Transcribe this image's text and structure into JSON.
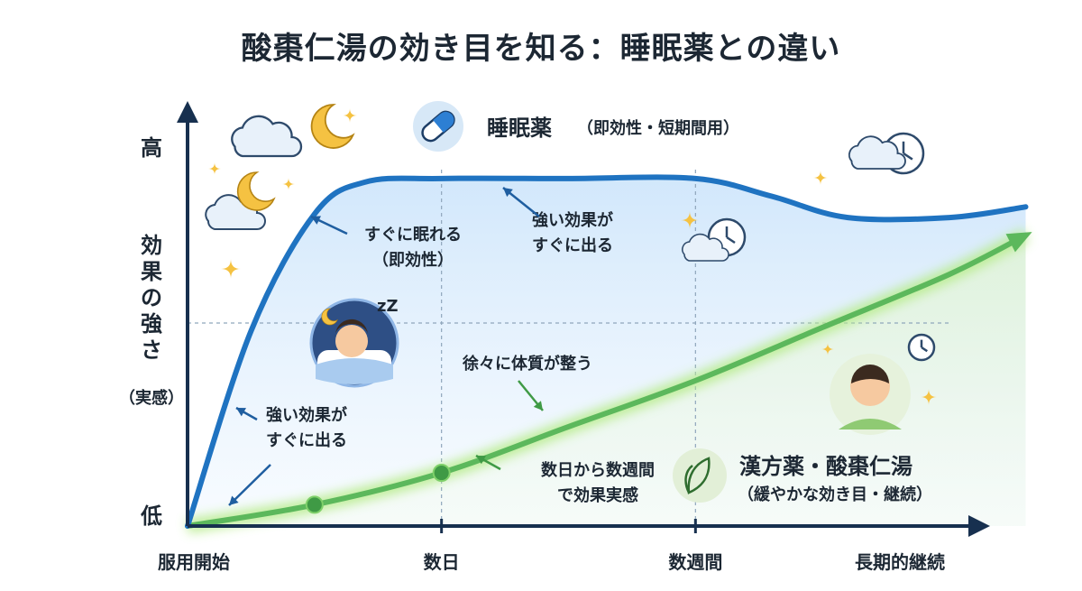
{
  "title": "酸棗仁湯の効き目を知る：睡眠薬との違い",
  "colors": {
    "sleeping_pill": "#1f73c1",
    "herbal": "#5cb85c",
    "axis": "#17304f"
  },
  "chart_data": {
    "type": "line",
    "title": "酸棗仁湯の効き目を知る：睡眠薬との違い",
    "xlabel": "",
    "ylabel": "効果の強さ",
    "ylabel_sub": "（実感）",
    "x_ticks": [
      "服用開始",
      "数日",
      "数週間",
      "長期的継続"
    ],
    "y_ticks": [
      "低",
      "高"
    ],
    "ylim": [
      0,
      1
    ],
    "grid": true,
    "series": [
      {
        "name": "睡眠薬",
        "name_sub": "（即効性・短期間用）",
        "icon": "capsule-icon",
        "x": [
          0,
          0.25,
          0.5,
          0.7,
          1.0,
          1.5,
          2.0,
          2.3,
          2.6,
          3.0,
          3.3
        ],
        "y": [
          0,
          0.55,
          0.88,
          0.97,
          0.98,
          0.98,
          0.98,
          0.93,
          0.87,
          0.87,
          0.9
        ]
      },
      {
        "name": "漢方薬・酸棗仁湯",
        "name_sub": "（緩やかな効き目・継続）",
        "icon": "leaf-icon",
        "x": [
          0,
          0.5,
          1.0,
          1.5,
          2.0,
          2.5,
          3.0,
          3.3
        ],
        "y": [
          0,
          0.06,
          0.15,
          0.28,
          0.41,
          0.56,
          0.71,
          0.82
        ],
        "markers": [
          1,
          2
        ]
      }
    ],
    "annotations": [
      {
        "id": "fast-sleep",
        "lines": [
          "すぐに眠れる",
          "（即効性）"
        ]
      },
      {
        "id": "strong-immediate-top",
        "lines": [
          "強い効果が",
          "すぐに出る"
        ]
      },
      {
        "id": "strong-immediate-bottom",
        "lines": [
          "強い効果が",
          "すぐに出る"
        ]
      },
      {
        "id": "gradual",
        "lines": [
          "徐々に体質が整う"
        ]
      },
      {
        "id": "days-weeks",
        "lines": [
          "数日から数週間",
          "で効果実感"
        ]
      }
    ]
  }
}
